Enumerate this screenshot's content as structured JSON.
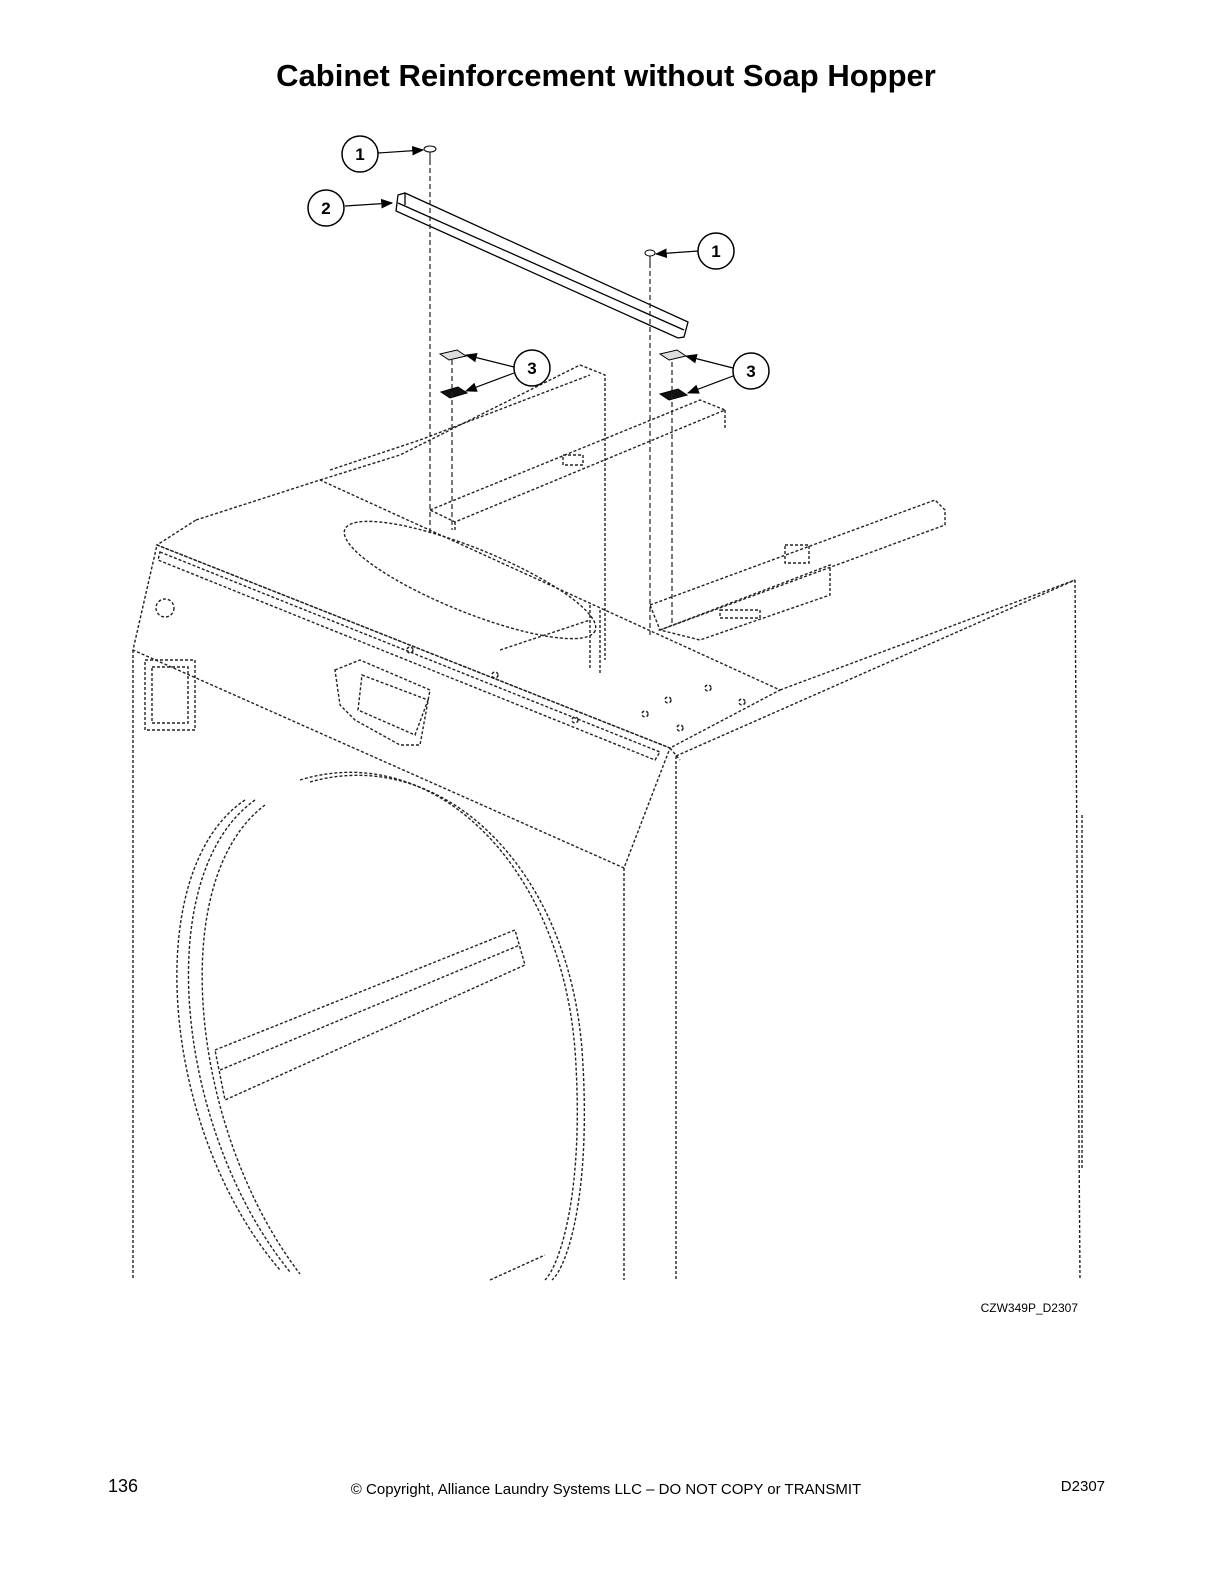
{
  "page": {
    "title": "Cabinet Reinforcement without Soap Hopper",
    "figure_id": "CZW349P_D2307",
    "footer": {
      "page_number": "136",
      "copyright": "© Copyright, Alliance Laundry Systems LLC – DO NOT COPY or TRANSMIT",
      "doc_code": "D2307"
    }
  },
  "callouts": [
    {
      "label": "1"
    },
    {
      "label": "2"
    },
    {
      "label": "1"
    },
    {
      "label": "3"
    },
    {
      "label": "3"
    }
  ]
}
